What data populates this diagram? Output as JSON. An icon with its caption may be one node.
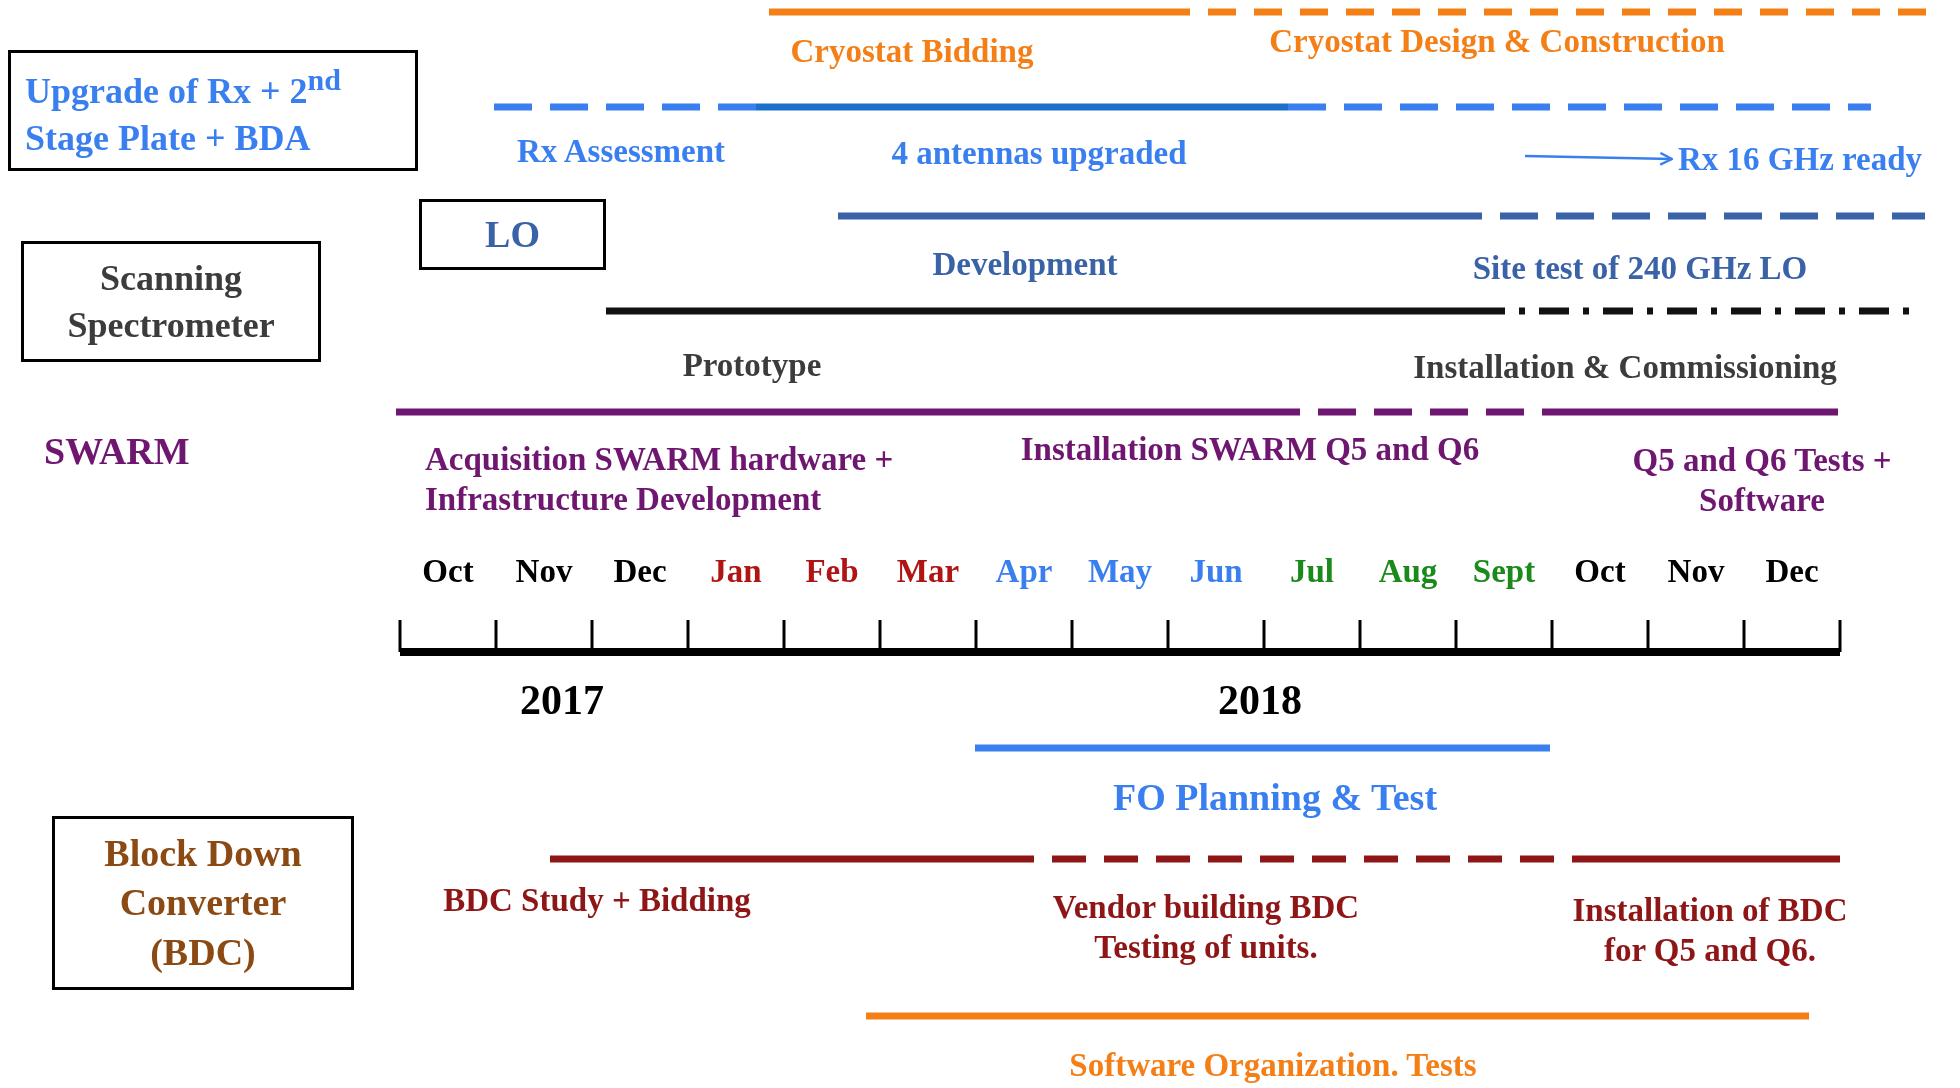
{
  "diagram": {
    "nodes": [
      {
        "text": [
          "Upgrade of Rx + 2$^{nd}$ Stage Plate + BDA"
        ]
      },
      {
        "text": [
          "LO"
        ]
      },
      {
        "text": [
          "Scanning Spectrometer"
        ]
      },
      {
        "text": [
          "Block Down Converter (BDC)"
        ]
      },
      {
        "text": [
          "Rx 16 GHz ready"
        ]
      }
    ],
    "edges": [
      {
        "from": null,
        "to": 4,
        "arrow": "to"
      }
    ],
    "labels": [
      "Cryostat Bidding",
      "Cryostat Design & Construction",
      "Rx Assessment",
      "4 antennas upgraded",
      "Development",
      "Site test of 240 GHz LO",
      "Prototype",
      "Installation & Commissioning",
      "SWARM",
      "Acquisition SWARM hardware + Infrastructure Development",
      "Installation SWARM Q5 and Q6",
      "Q5 and Q6 Tests + Software",
      "Oct",
      "Nov",
      "Dec",
      "Jan",
      "Feb",
      "Mar",
      "Apr",
      "May",
      "Jun",
      "Jul",
      "Aug",
      "Sept",
      "Oct",
      "Nov",
      "Dec",
      "2017",
      "2018",
      "FO Planning & Test",
      "BDC Study + Bidding",
      "Vendor building BDC Testing of units.",
      "Installation of BDC for Q5 and Q6.",
      "Software Organization. Tests"
    ]
  }
}
